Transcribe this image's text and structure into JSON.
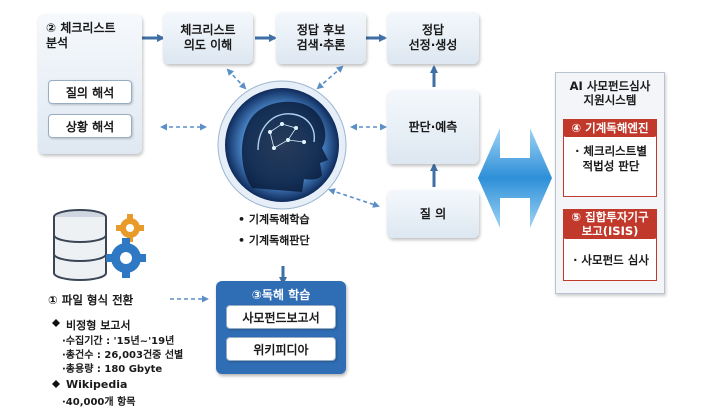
{
  "analysis": {
    "title": "② 체크리스트\n분석",
    "item1": "질의 해석",
    "item2": "상황 해석"
  },
  "flow": {
    "intent": "체크리스트\n의도 이해",
    "search": "정답 후보\n검색·추론",
    "select": "정답\n선정·생성",
    "judge": "판단·예측",
    "query": "질 의"
  },
  "center": {
    "item1": "기계독해학습",
    "item2": "기계독해판단"
  },
  "conversion": {
    "label": "① 파일 형식 전환"
  },
  "sources": {
    "s1_title": "비정형 보고서",
    "s1_lines": [
      "·수집기간 : '15년~'19년",
      "·총건수 : 26,003건중 선별",
      "·총용량 : 180 Gbyte"
    ],
    "s2_title": "Wikipedia",
    "s2_lines": [
      "·40,000개 항목"
    ]
  },
  "learning": {
    "title": "③독해 학습",
    "item1": "사모펀드보고서",
    "item2": "위키피디아"
  },
  "system": {
    "title": "AI 사모펀드심사\n지원시스템",
    "engine": "④ 기계독해엔진",
    "engine_item": "· 체크리스트별\n적법성 판단",
    "report": "⑤ 집합투자기구\n보고(ISIS)",
    "report_item": "· 사모펀드 심사"
  },
  "icons": [
    "brain-head-icon",
    "database-gears-icon",
    "double-arrow-icon"
  ],
  "colors": {
    "arrow": "#3f6fa5",
    "red": "#c0392b",
    "learning_bg": "#2f6db5"
  }
}
